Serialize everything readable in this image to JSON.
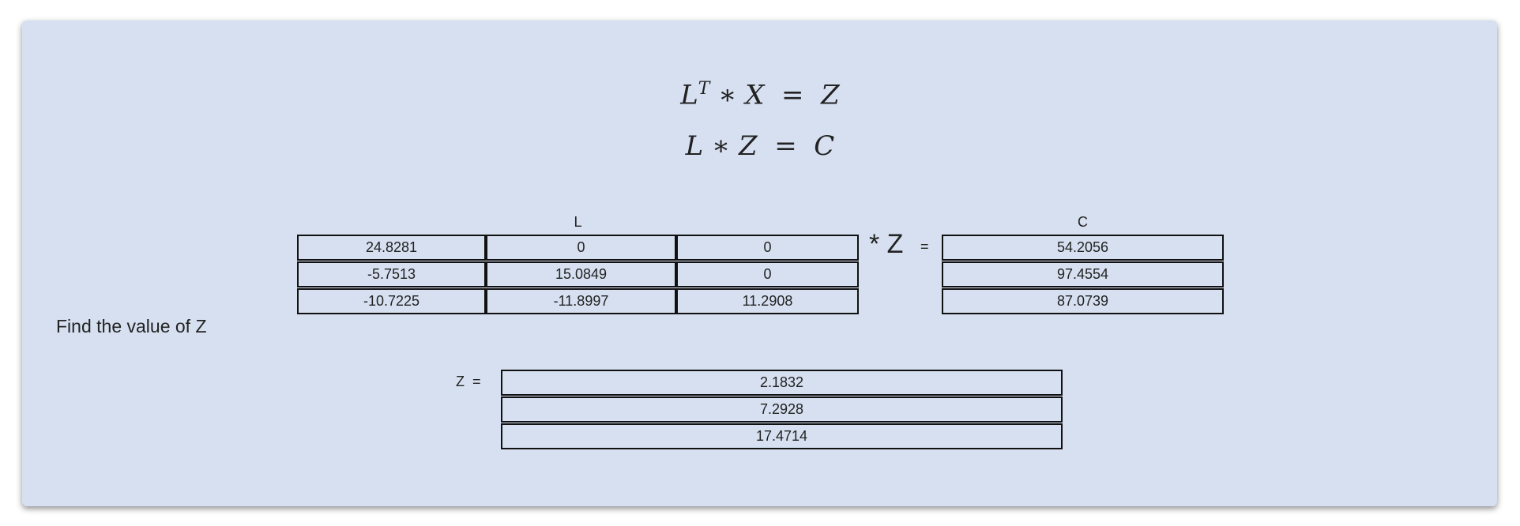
{
  "equations": {
    "eq1": {
      "lhs_base": "L",
      "lhs_sup": "T",
      "rest": " ∗ X  =  Z"
    },
    "eq2": "L ∗ Z  =  C"
  },
  "prompt": "Find the value of Z",
  "matrix_L": {
    "label": "L",
    "rows": [
      [
        "24.8281",
        "0",
        "0"
      ],
      [
        "-5.7513",
        "15.0849",
        "0"
      ],
      [
        "-10.7225",
        "-11.8997",
        "11.2908"
      ]
    ]
  },
  "times_z": "* Z",
  "equals": "=",
  "vector_C": {
    "label": "C",
    "rows": [
      "54.2056",
      "97.4554",
      "87.0739"
    ]
  },
  "answer": {
    "label": "Z  =",
    "rows": [
      "2.1832",
      "7.2928",
      "17.4714"
    ]
  }
}
